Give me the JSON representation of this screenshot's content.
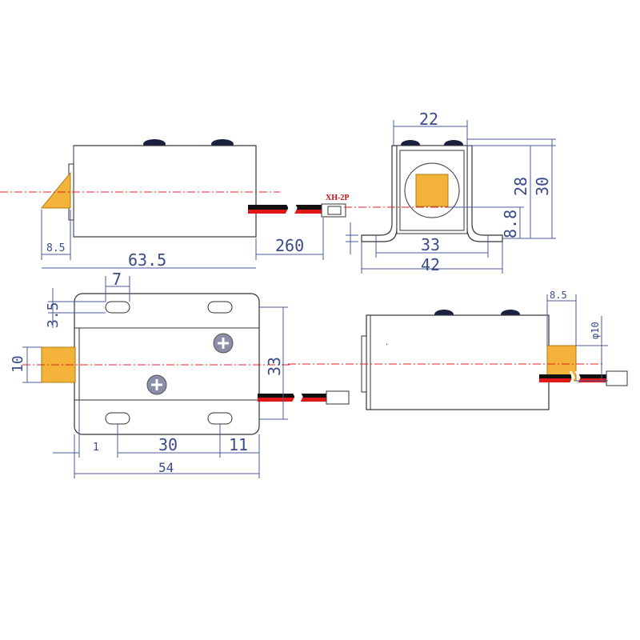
{
  "connector_label": "XH-2P",
  "colors": {
    "dimension": "#3a4a8a",
    "centerline": "#e02020",
    "bolt": "#f4b43c",
    "wire_red": "#e01818",
    "wire_black": "#111111"
  },
  "dimensions": {
    "side_bolt_tip": "8.5",
    "side_length": "63.5",
    "wire_length": "260",
    "front_top_width": "22",
    "front_height_inner": "28",
    "front_height_total": "30",
    "front_bolt_height": "8.8",
    "front_hole_spacing": "33",
    "front_base_width": "42",
    "top_slot_width": "7",
    "top_slot_height": "3.5",
    "top_bolt_width": "10",
    "top_height": "33",
    "top_offset": "1",
    "top_hole_spacing": "30",
    "top_edge_offset": "11",
    "top_width": "54",
    "right_bolt_protrusion": "8.5",
    "right_bolt_diameter": "φ10"
  }
}
